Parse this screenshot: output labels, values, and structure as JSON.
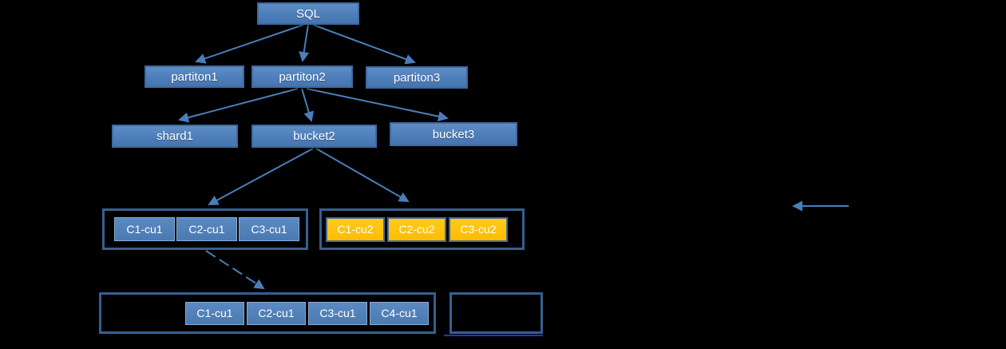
{
  "diagram": {
    "nodes": {
      "sql": {
        "label": "SQL"
      },
      "partition1": {
        "label": "partiton1"
      },
      "partition2": {
        "label": "partiton2"
      },
      "partition3": {
        "label": "partiton3"
      },
      "shard1": {
        "label": "shard1"
      },
      "bucket2": {
        "label": "bucket2"
      },
      "bucket3": {
        "label": "bucket3"
      }
    },
    "cu_groups": [
      {
        "name": "bucket2-cu1-group",
        "cells": [
          "C1-cu1",
          "C2-cu1",
          "C3-cu1"
        ]
      },
      {
        "name": "bucket2-cu2-group",
        "cells": [
          "C1-cu2",
          "C2-cu2",
          "C3-cu2"
        ]
      },
      {
        "name": "expanded-cu1-group",
        "cells": [
          "C1-cu1",
          "C2-cu1",
          "C3-cu1",
          "C4-cu1"
        ]
      },
      {
        "name": "empty-group",
        "cells": []
      }
    ],
    "colors": {
      "background": "#000000",
      "node_fill": "#4f81bd",
      "node_border": "#3d6aa1",
      "container_border": "#365f91",
      "orange_fill": "#ffc000",
      "arrow": "#4a7ebb",
      "underline_accent": "#2233cc",
      "text": "#ffffff"
    }
  }
}
